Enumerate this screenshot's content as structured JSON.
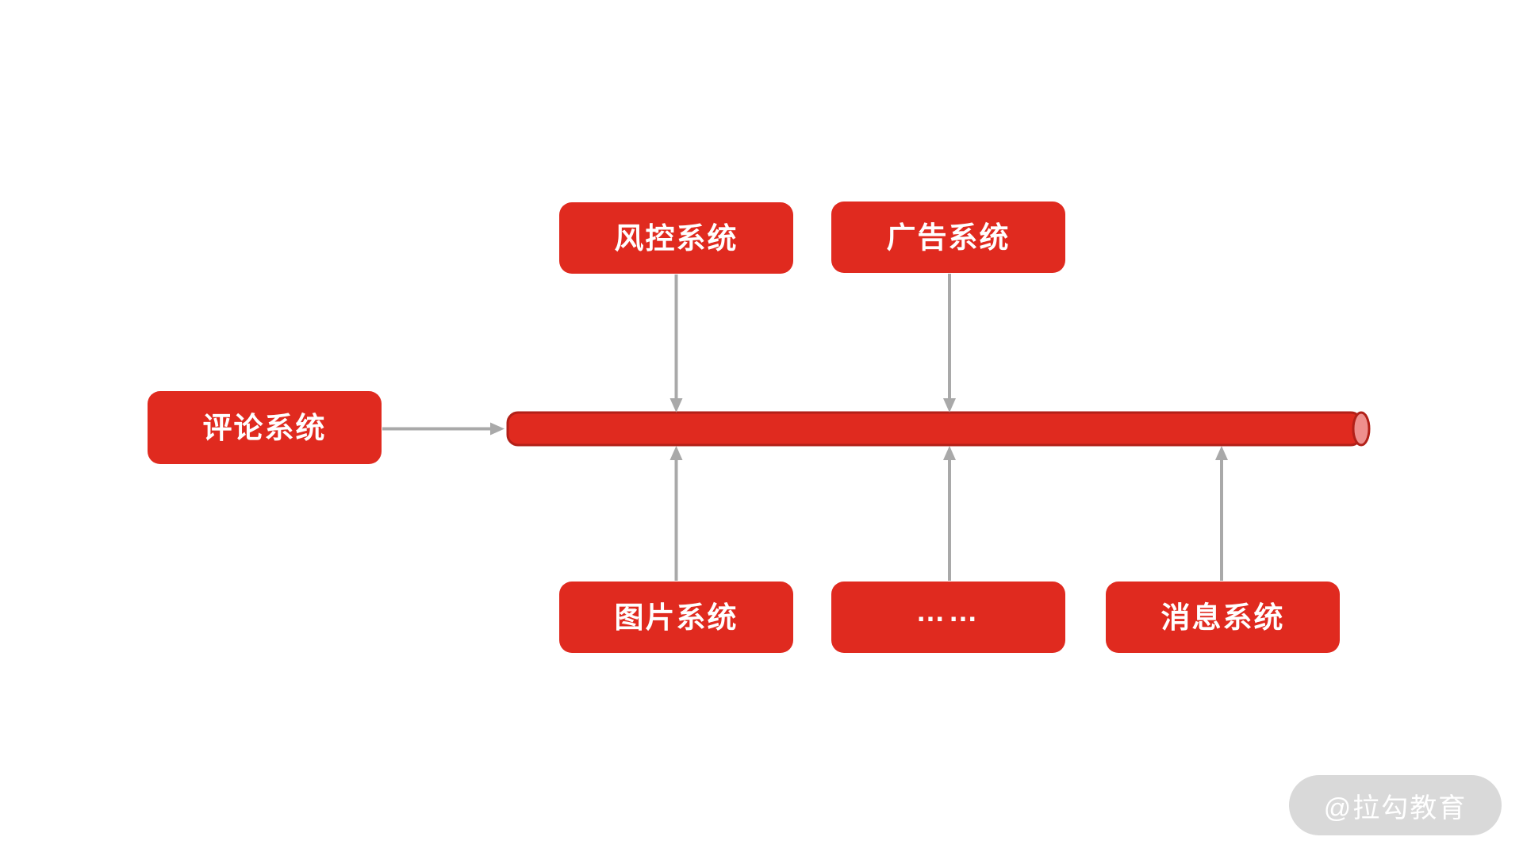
{
  "diagram": {
    "nodes": {
      "risk": {
        "label": "风控系统"
      },
      "ad": {
        "label": "广告系统"
      },
      "comment": {
        "label": "评论系统"
      },
      "image": {
        "label": "图片系统"
      },
      "ellipsis": {
        "label": "……"
      },
      "message": {
        "label": "消息系统"
      }
    },
    "bus": {
      "shape": "horizontal-cylinder",
      "role": "message-queue-bus"
    },
    "edges": [
      {
        "from": "comment",
        "to": "bus",
        "direction": "right"
      },
      {
        "from": "risk",
        "to": "bus",
        "direction": "down"
      },
      {
        "from": "ad",
        "to": "bus",
        "direction": "down"
      },
      {
        "from": "image",
        "to": "bus",
        "direction": "up"
      },
      {
        "from": "ellipsis",
        "to": "bus",
        "direction": "up"
      },
      {
        "from": "message",
        "to": "bus",
        "direction": "up"
      }
    ]
  },
  "watermark": {
    "text": "@拉勾教育"
  },
  "colors": {
    "node_red": "#e02a1f",
    "cylinder_border": "#b22018",
    "cylinder_cap": "#ef8f8d",
    "arrow_gray": "#a9a9a9",
    "watermark_bg": "#d9d9d9",
    "text_white": "#ffffff",
    "canvas_bg": "#ffffff"
  }
}
